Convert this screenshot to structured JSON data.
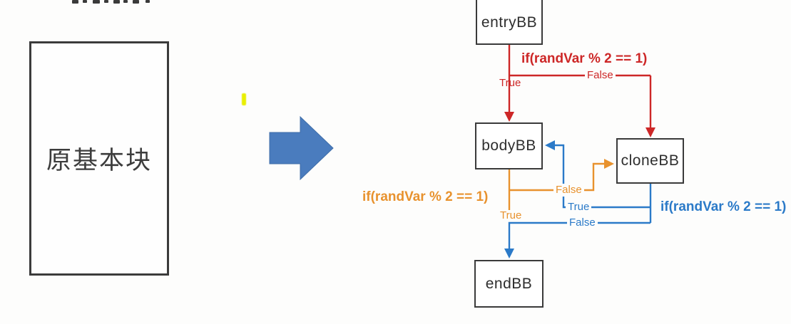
{
  "left_panel": {
    "original_block_label": "原基本块"
  },
  "diagram": {
    "nodes": [
      {
        "id": "entryBB",
        "label": "entryBB"
      },
      {
        "id": "bodyBB",
        "label": "bodyBB"
      },
      {
        "id": "cloneBB",
        "label": "cloneBB"
      },
      {
        "id": "endBB",
        "label": "endBB"
      }
    ],
    "conditions": [
      {
        "from": "entryBB",
        "text": "if(randVar % 2 == 1)"
      },
      {
        "from": "bodyBB",
        "text": "if(randVar % 2 == 1)"
      },
      {
        "from": "cloneBB",
        "text": "if(randVar % 2 == 1)"
      }
    ],
    "edge_labels": {
      "entry_true": "True",
      "entry_false": "False",
      "body_false": "False",
      "body_true": "True",
      "clone_true": "True",
      "clone_false": "False"
    },
    "colors": {
      "red": "#cd2727",
      "orange": "#e8922e",
      "blue": "#2b7ac8",
      "box_border": "#3a3a3a",
      "arrow": "#4a7cbe",
      "yellow": "#e9ef00"
    }
  }
}
